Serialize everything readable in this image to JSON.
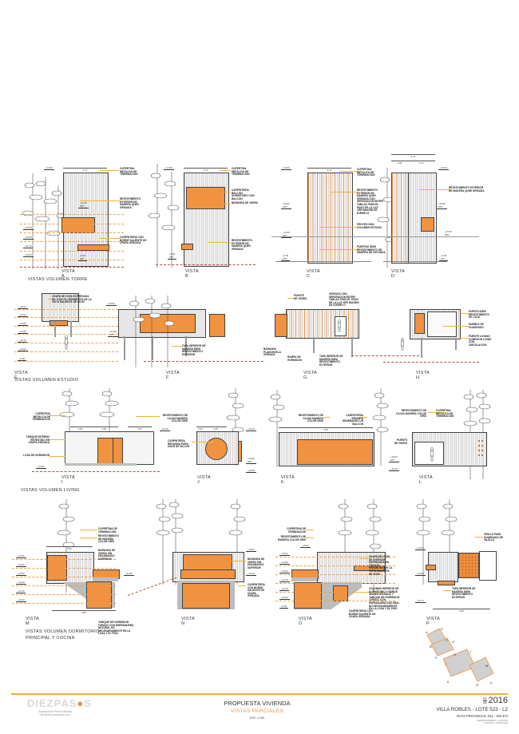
{
  "sheet": {
    "title": "PROPUESTA VIVIENDA",
    "subtitle": "VISTAS PARCIALES",
    "scale": "ESC: 1:100",
    "date": {
      "day": "05",
      "month": "08",
      "year": "2016"
    },
    "location_line1": "VILLA ROBLES - LOTE 523 - L2",
    "location_line2": "RUTA PROVINCIAL N11 - KM 374",
    "file_ref": "ESPINOSA ROBLES - LOTE 523 - LAGUNA 2 - VISTAS.dwg"
  },
  "brand": {
    "name_prefix": "DIEZPAS",
    "name_dot": "●",
    "name_suffix": "S",
    "tagline": "Arquitectura Personalizada",
    "email": "info@diezpasosarq.com",
    "accent_color": "#f0923f",
    "line_color": "#f4b234"
  },
  "groups": [
    {
      "title": "VISTAS VOLUMEN TORRE"
    },
    {
      "title": "VISTAS VOLUMEN ESTUDIO"
    },
    {
      "title": "VISTAS VOLUMEN LIVING"
    },
    {
      "title_line1": "VISTAS VOLUMEN DORMITORIO",
      "title_line2": "PRINCIPAL Y COCINA"
    }
  ],
  "views": {
    "A": {
      "label": "VISTA A",
      "width_dim": "4.74",
      "width_note": "madera a tope rasgo",
      "levels": [
        "+10.00",
        "+10.00 NPT",
        "+15.00",
        "+10.00",
        "+11.00",
        "+10.00",
        "+0.00 NPT",
        "+0.00"
      ],
      "notes": [
        "CUPERTINA METALICA DE TERMINACION",
        "REVESTIMIENTO EXTERIOR DE MADERA QUIRI GRISADA",
        "CARPINTERIA CON BORDE SALIENTE DE CHAPA GRISADA"
      ]
    },
    "B": {
      "label": "VISTA B",
      "width_dim": "4.74",
      "width_note": "madera a tope rasgo",
      "levels": [
        "+10.00",
        "+5.00 NPT"
      ],
      "notes": [
        "CUPERTINA METALICA DE TERMINACION",
        "CARPINTERIA BALCON DORMITORIO con balcon",
        "BARANDA DE VIDRIO",
        "REVESTIMIENTO EXTERIOR DE MADERA QUIRI GRISADA"
      ]
    },
    "C": {
      "label": "VISTA C",
      "width_dim": "4.74",
      "width_note": "revestimiento de madera separado ver imagen ejemplo",
      "levels": [
        "+10.00",
        "+15.00 NPT",
        "+10.00 NPT",
        "+0.00 NPT"
      ],
      "notes": [
        "CUPERTINA METALICA DE TERMINACION",
        "REVESTIMIENTO EXTERIOR DE MADERA QUIRI GRISADA con separacion entre tablas para el paso de la luz ver imagen de ejemplo",
        "PROYECCION VOLUMEN ESTUDIO",
        "PUERTAS IDEM REVESTIMIENTO DE MADERA DE FACHADA"
      ]
    },
    "D": {
      "label": "VISTA D",
      "width_dim": "4.74",
      "sub_dims": [
        "2.03",
        "2.71"
      ],
      "sub_notes": [
        "madera separada",
        "madera a tope rasgo"
      ],
      "levels": [
        "+10.00",
        "+15.00 NPT",
        "+10.00 NPT",
        "+0.00 NPT"
      ],
      "box_dim": "2.00",
      "notes": [
        "REVESTIMIENTO EXTERIOR DE MADERA QUIRI GRISADA"
      ]
    },
    "E": {
      "label": "VISTA E",
      "levels": [
        "+15.00",
        "+14.00",
        "+13.00",
        "+12.00",
        "+11.00",
        "+10.00",
        "+9.00"
      ],
      "notes": [
        "CHAPA DE 20CM EXPRESADA EN TODO EL PERIMETRO DE LA VISTA SALIENTE DE 30CM"
      ]
    },
    "F": {
      "label": "VISTA F",
      "levels": [
        "+15.00",
        "+12.00 NPT"
      ],
      "notes": [
        "TAPA INFERIOR DE MADERA IDEM REVESTIMIENTO EXTERIOR"
      ]
    },
    "G": {
      "label": "VISTA G",
      "notes": [
        "PUENTE DE VIDRIO",
        "GRISADA con separacion entre tablas para el paso de la luz ver imagen de ejemplo",
        "BARANDA PLANCHUELA GRISADA",
        "RAMPA DE HORMIGON",
        "TAPA INFERIOR DE MADERA IDEM REVESTIMIENTO EXTERIOR"
      ]
    },
    "H": {
      "label": "VISTA H",
      "notes": [
        "PUERTA IDEM REVESTIMIENTO DE CAJA",
        "MUEBLE DE GUARDADO",
        "PUENTE LIVIANO CONEXION LIVING CON CIRCULACION"
      ]
    },
    "I": {
      "label": "VISTA I",
      "dims": [
        "3.00",
        "5.00",
        "3.67",
        "3.00",
        "3.00"
      ],
      "levels": [
        "+10.30",
        "+10.00"
      ],
      "notes": [
        "CUPERTINA METALICA DE TERMINACION",
        "TABIQUE INTERNO REVESTIDO EN CHAPA GRISADA",
        "LOSA DE HORMIGON",
        "REVESTIMIENTO DE CAJAS MADERA COLOR GRIS"
      ]
    },
    "J": {
      "label": "VISTA J",
      "dims": [
        "0.60",
        "2.25",
        "0.60",
        "3.00"
      ],
      "levels": [
        "+10.30",
        "+10.00 NPT",
        "+10.00"
      ],
      "notes": [
        "CARPINTERIA REDONDA PARA USAR DE SILLON"
      ]
    },
    "K": {
      "label": "VISTA K",
      "dims": [
        "9.55",
        "3.00",
        "2.15"
      ],
      "levels": [
        "+10.00 NPT",
        "+10.00"
      ],
      "notes": [
        "REVESTIMIENTO DE CAJAS MADERA COLOR GRIS",
        "CARPINTERIA REUNIDA GENERANDO UN BALCON"
      ]
    },
    "L": {
      "label": "VISTA L",
      "dims": [
        "3.00"
      ],
      "notes": [
        "REVESTIMIENTO DE CAJAS MADERA COLOR GRIS",
        "CUPERTINA METALICA DE TERMINACION",
        "PUENTE DE VIDRIO"
      ]
    },
    "M": {
      "label": "VISTA M",
      "dims": [
        "5.10",
        "6.84",
        "3.00",
        "2.74"
      ],
      "levels": [
        "+15.00",
        "+14.00",
        "+13.00",
        "+12.00",
        "+11.00",
        "+10.00",
        "+12.00",
        "+10.70"
      ],
      "notes": [
        "CUPERTINA DE TERMINACION",
        "REVESTIMIENTO DE MADERA COLOR GRIS",
        "BARANDA DE VIDRIO SIN PASAMANOS SUPERIOR",
        "TABIQUE DE HORMIGON TAPADO CON ENREDADERA NATURAL NO NECESARIAMENTE EN LA LOSA Y EL PISO"
      ]
    },
    "N": {
      "label": "VISTA N",
      "dims": [
        "2.70"
      ],
      "levels": [
        "+15.00",
        "+12.00"
      ],
      "notes": [
        "BARANDA DE VIDRIO SIN PASAMANOS SUPERIOR",
        "CARPINTERIA CON BORDE SALIENTE DE CHAPA GRISADA"
      ]
    },
    "O": {
      "label": "VISTA O",
      "levels": [
        "+15.00",
        "+15.00",
        "+14.00",
        "+13.00",
        "+12.00",
        "+11.00",
        "+10.00",
        "+9.00"
      ],
      "notes": [
        "CUPERTINA DE TERMINACION",
        "REVESTIMIENTO DE MADERA COLOR GRIS",
        "CHAPA DE 20CM DE ESPESOR EXPRESADA EN TODO EL PERIMETRO DE LA VISTA SALIENTE DE 30CM",
        "VOLUMEN INFERIOR DE DORMITORIO Y BAÑOS SEMIENTERRADO Y TABIQUE DE HORMIGON TAPADO CON ENREDADERA NATURAL NO NECESARIAMENTE EN LA LOSA Y EL PISO",
        "CARPINTERIA CON BORDE SALIENTE DE CHAPA GRISADA"
      ]
    },
    "P": {
      "label": "VISTA P",
      "dims": [
        "3.00",
        "6.80"
      ],
      "levels": [
        "+15.00",
        "+12.00",
        "+10.70"
      ],
      "notes": [
        "GRILLA PARA GUARDADO DE VAJILLA",
        "TAPA INFERIOR DE MADERA IDEM REVESTIMIENTO EXTERIOR"
      ]
    }
  },
  "key_plan": {
    "labels": [
      "A",
      "D",
      "B",
      "C",
      "E",
      "F",
      "G",
      "H",
      "I",
      "J",
      "K",
      "L",
      "M",
      "N",
      "O",
      "P"
    ]
  }
}
